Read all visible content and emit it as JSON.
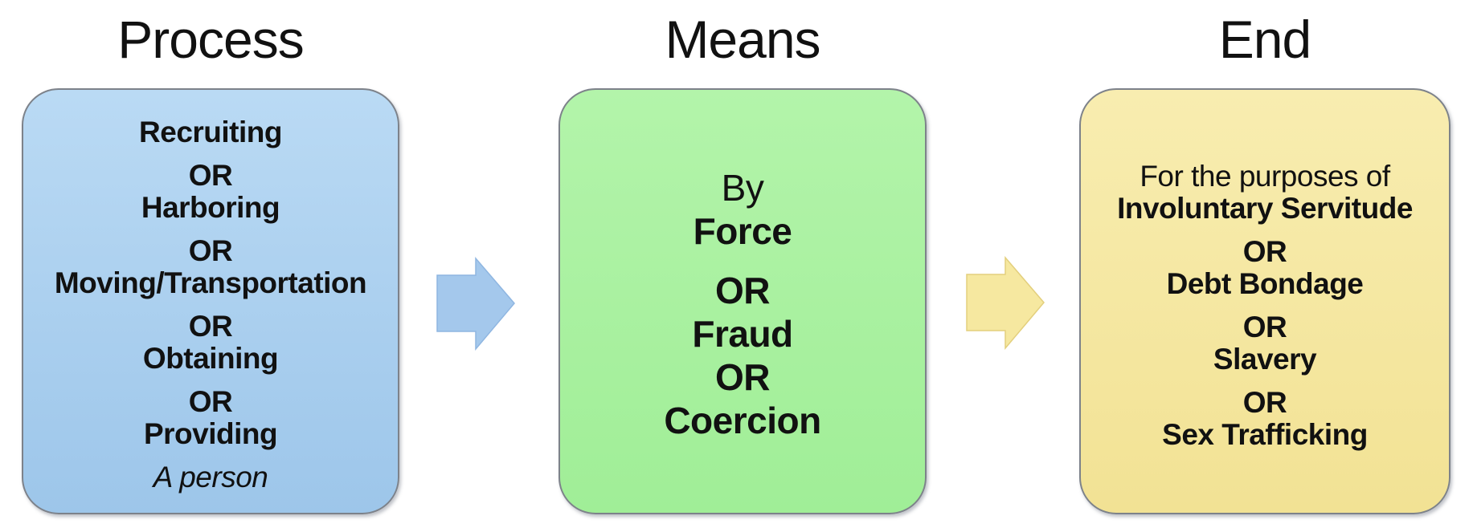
{
  "colors": {
    "text": "#111111",
    "box-border": "#7d828a",
    "process-top": "#badaf4",
    "process-bottom": "#9dc6ea",
    "means-top": "#b3f4aa",
    "means-bottom": "#a0ee97",
    "end-top": "#f8edb0",
    "end-bottom": "#f2e294"
  },
  "columns": [
    {
      "title": "Process",
      "lines": [
        {
          "text": "Recruiting",
          "weight": "bold"
        },
        {
          "text": "OR",
          "weight": "bold",
          "gap": true
        },
        {
          "text": "Harboring",
          "weight": "bold"
        },
        {
          "text": "OR",
          "weight": "bold",
          "gap": true
        },
        {
          "text": "Moving/Transportation",
          "weight": "bold"
        },
        {
          "text": "OR",
          "weight": "bold",
          "gap": true
        },
        {
          "text": "Obtaining",
          "weight": "bold"
        },
        {
          "text": "OR",
          "weight": "bold",
          "gap": true
        },
        {
          "text": "Providing",
          "weight": "bold"
        },
        {
          "text": "A person",
          "weight": "italic",
          "gap": true
        }
      ]
    },
    {
      "title": "Means",
      "lines": [
        {
          "text": "By",
          "weight": "regular",
          "size": "lg"
        },
        {
          "text": "Force",
          "weight": "bold",
          "size": "lg"
        },
        {
          "text": "OR",
          "weight": "bold",
          "size": "lg",
          "gap": true
        },
        {
          "text": "Fraud",
          "weight": "bold",
          "size": "lg"
        },
        {
          "text": "OR",
          "weight": "bold",
          "size": "lg"
        },
        {
          "text": "Coercion",
          "weight": "bold",
          "size": "lg"
        }
      ]
    },
    {
      "title": "End",
      "lines": [
        {
          "text": "For the purposes of",
          "weight": "regular"
        },
        {
          "text": "Involuntary Servitude",
          "weight": "bold"
        },
        {
          "text": "OR",
          "weight": "bold",
          "gap": true
        },
        {
          "text": "Debt Bondage",
          "weight": "bold"
        },
        {
          "text": "OR",
          "weight": "bold",
          "gap": true
        },
        {
          "text": "Slavery",
          "weight": "bold"
        },
        {
          "text": "OR",
          "weight": "bold",
          "gap": true
        },
        {
          "text": "Sex Trafficking",
          "weight": "bold"
        }
      ]
    }
  ],
  "arrows": [
    {
      "name": "process-to-means",
      "fill": "#a4c8ec",
      "edge": "#8fb6e1"
    },
    {
      "name": "means-to-end",
      "fill": "#f6e8a0",
      "edge": "#e3cf7d"
    }
  ]
}
